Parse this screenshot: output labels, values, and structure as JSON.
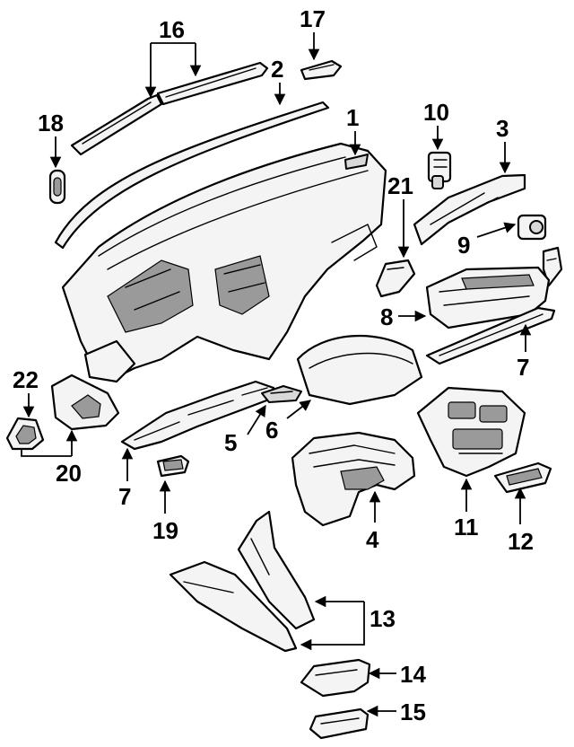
{
  "callouts": [
    {
      "id": "1",
      "text": "1"
    },
    {
      "id": "2",
      "text": "2"
    },
    {
      "id": "3",
      "text": "3"
    },
    {
      "id": "4",
      "text": "4"
    },
    {
      "id": "5",
      "text": "5"
    },
    {
      "id": "6",
      "text": "6"
    },
    {
      "id": "7a",
      "text": "7"
    },
    {
      "id": "7b",
      "text": "7"
    },
    {
      "id": "8",
      "text": "8"
    },
    {
      "id": "9",
      "text": "9"
    },
    {
      "id": "10",
      "text": "10"
    },
    {
      "id": "11",
      "text": "11"
    },
    {
      "id": "12",
      "text": "12"
    },
    {
      "id": "13",
      "text": "13"
    },
    {
      "id": "14",
      "text": "14"
    },
    {
      "id": "15",
      "text": "15"
    },
    {
      "id": "16",
      "text": "16"
    },
    {
      "id": "17",
      "text": "17"
    },
    {
      "id": "18",
      "text": "18"
    },
    {
      "id": "19",
      "text": "19"
    },
    {
      "id": "20",
      "text": "20"
    },
    {
      "id": "21",
      "text": "21"
    },
    {
      "id": "22",
      "text": "22"
    }
  ]
}
